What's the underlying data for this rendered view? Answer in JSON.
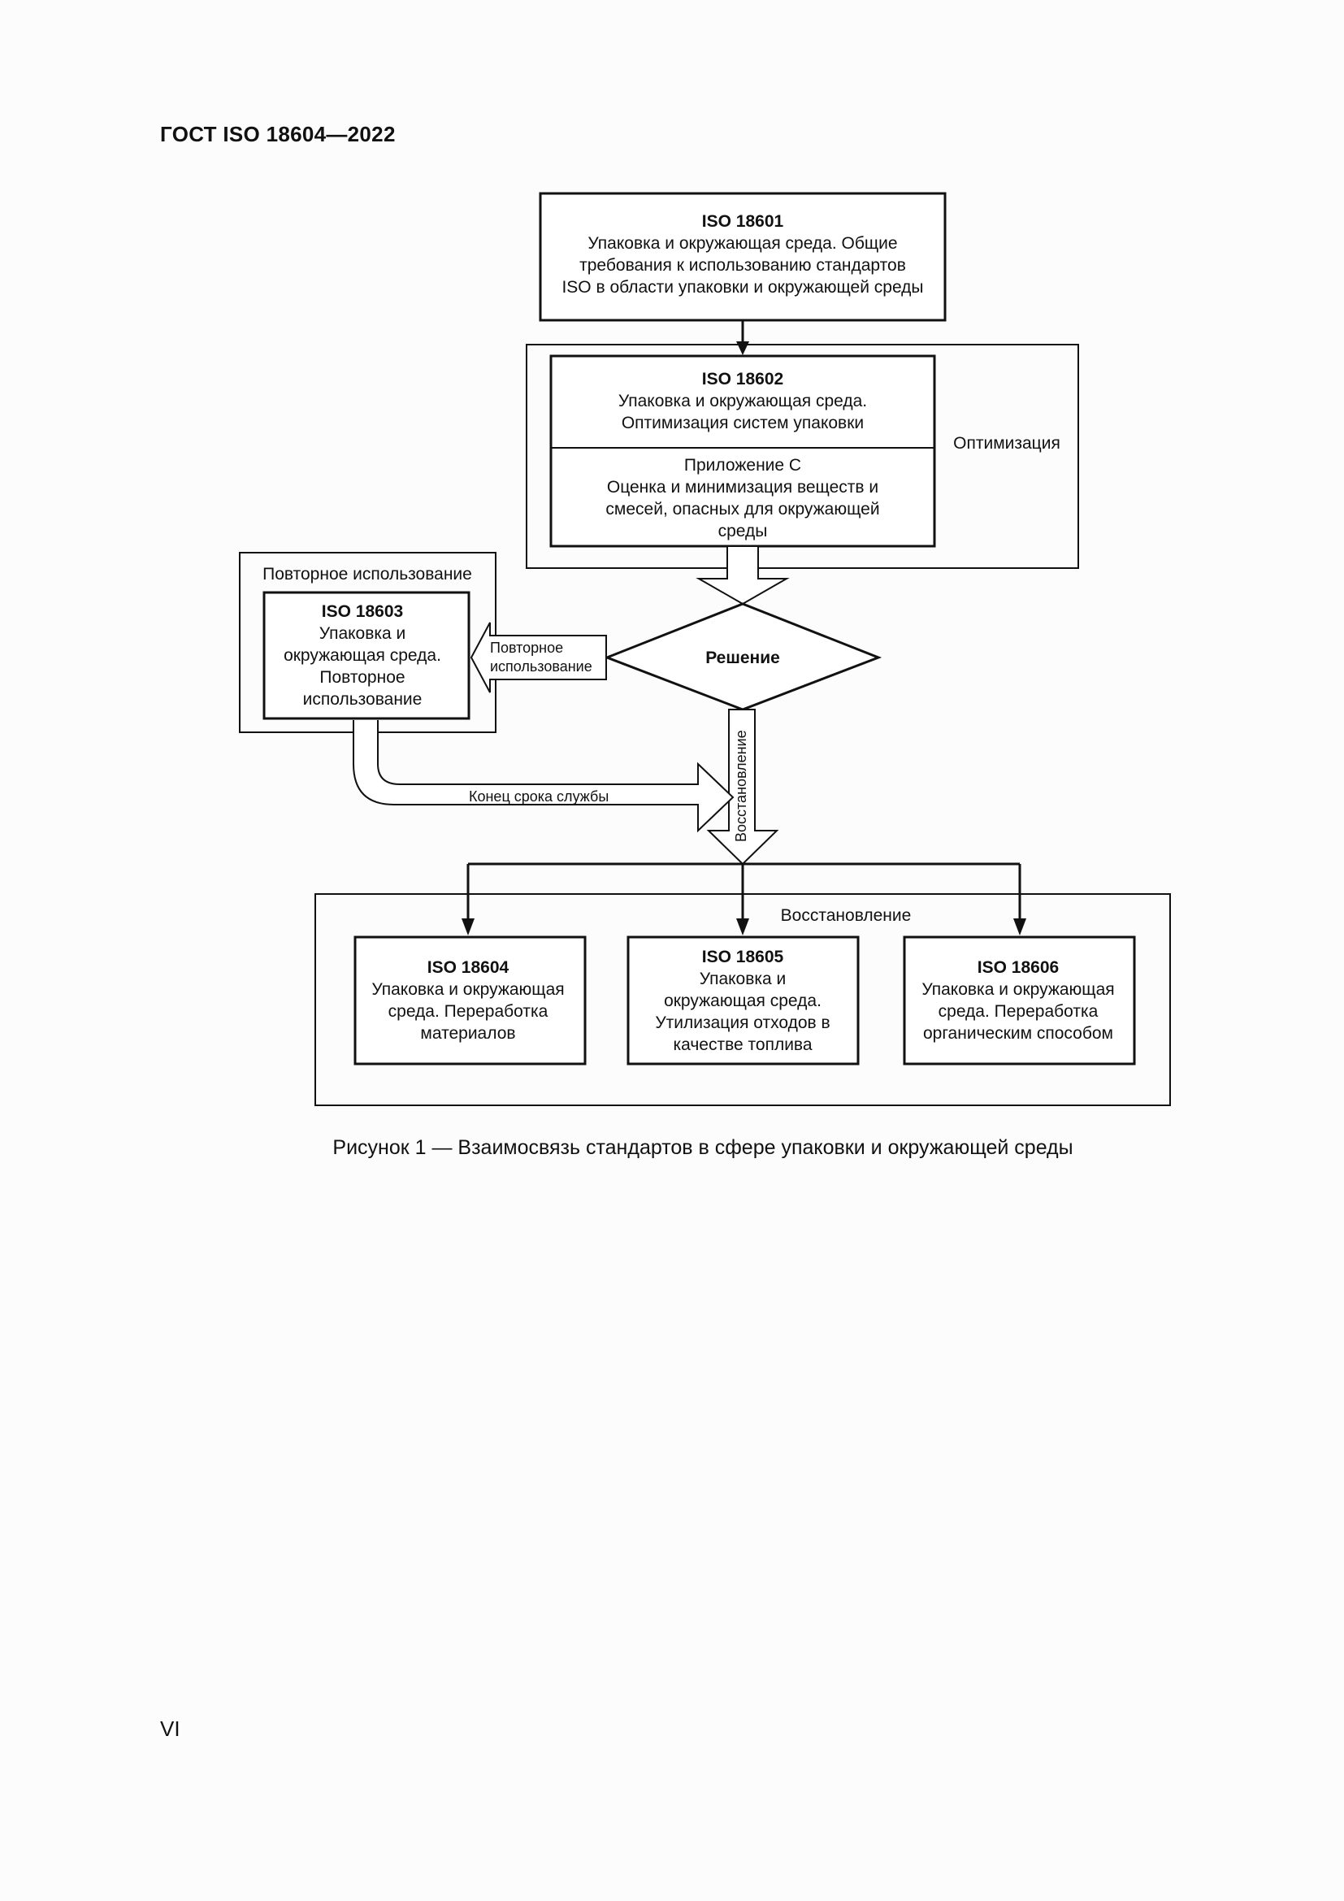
{
  "header": {
    "doc_id": "ГОСТ ISO 18604—2022"
  },
  "diagram": {
    "iso18601": {
      "title": "ISO 18601",
      "lines": [
        "Упаковка и окружающая среда. Общие",
        "требования к использованию стандартов",
        "ISO в области упаковки и окружающей среды"
      ]
    },
    "optimization": {
      "label": "Оптимизация",
      "iso18602": {
        "title": "ISO 18602",
        "lines": [
          "Упаковка и окружающая среда.",
          "Оптимизация систем упаковки"
        ]
      },
      "annex_c": {
        "title": "Приложение С",
        "lines": [
          "Оценка и минимизация веществ и",
          "смесей, опасных для окружающей",
          "среды"
        ]
      }
    },
    "reuse": {
      "label": "Повторное использование",
      "iso18603": {
        "title": "ISO 18603",
        "lines": [
          "Упаковка и",
          "окружающая среда.",
          "Повторное",
          "использование"
        ]
      },
      "arrow_label": [
        "Повторное",
        "использование"
      ]
    },
    "decision": "Решение",
    "recovery_arrow_label": "Восстановление",
    "end_of_life_label": "Конец срока службы",
    "recovery": {
      "label": "Восстановление",
      "boxes": [
        {
          "title": "ISO 18604",
          "lines": [
            "Упаковка и окружающая",
            "среда. Переработка",
            "материалов"
          ]
        },
        {
          "title": "ISO 18605",
          "lines": [
            "Упаковка и",
            "окружающая среда.",
            "Утилизация отходов в",
            "качестве топлива"
          ]
        },
        {
          "title": "ISO 18606",
          "lines": [
            "Упаковка и окружающая",
            "среда. Переработка",
            "органическим способом"
          ]
        }
      ]
    }
  },
  "caption": "Рисунок 1 — Взаимосвязь стандартов в сфере упаковки и окружающей среды",
  "page_number": "VI"
}
